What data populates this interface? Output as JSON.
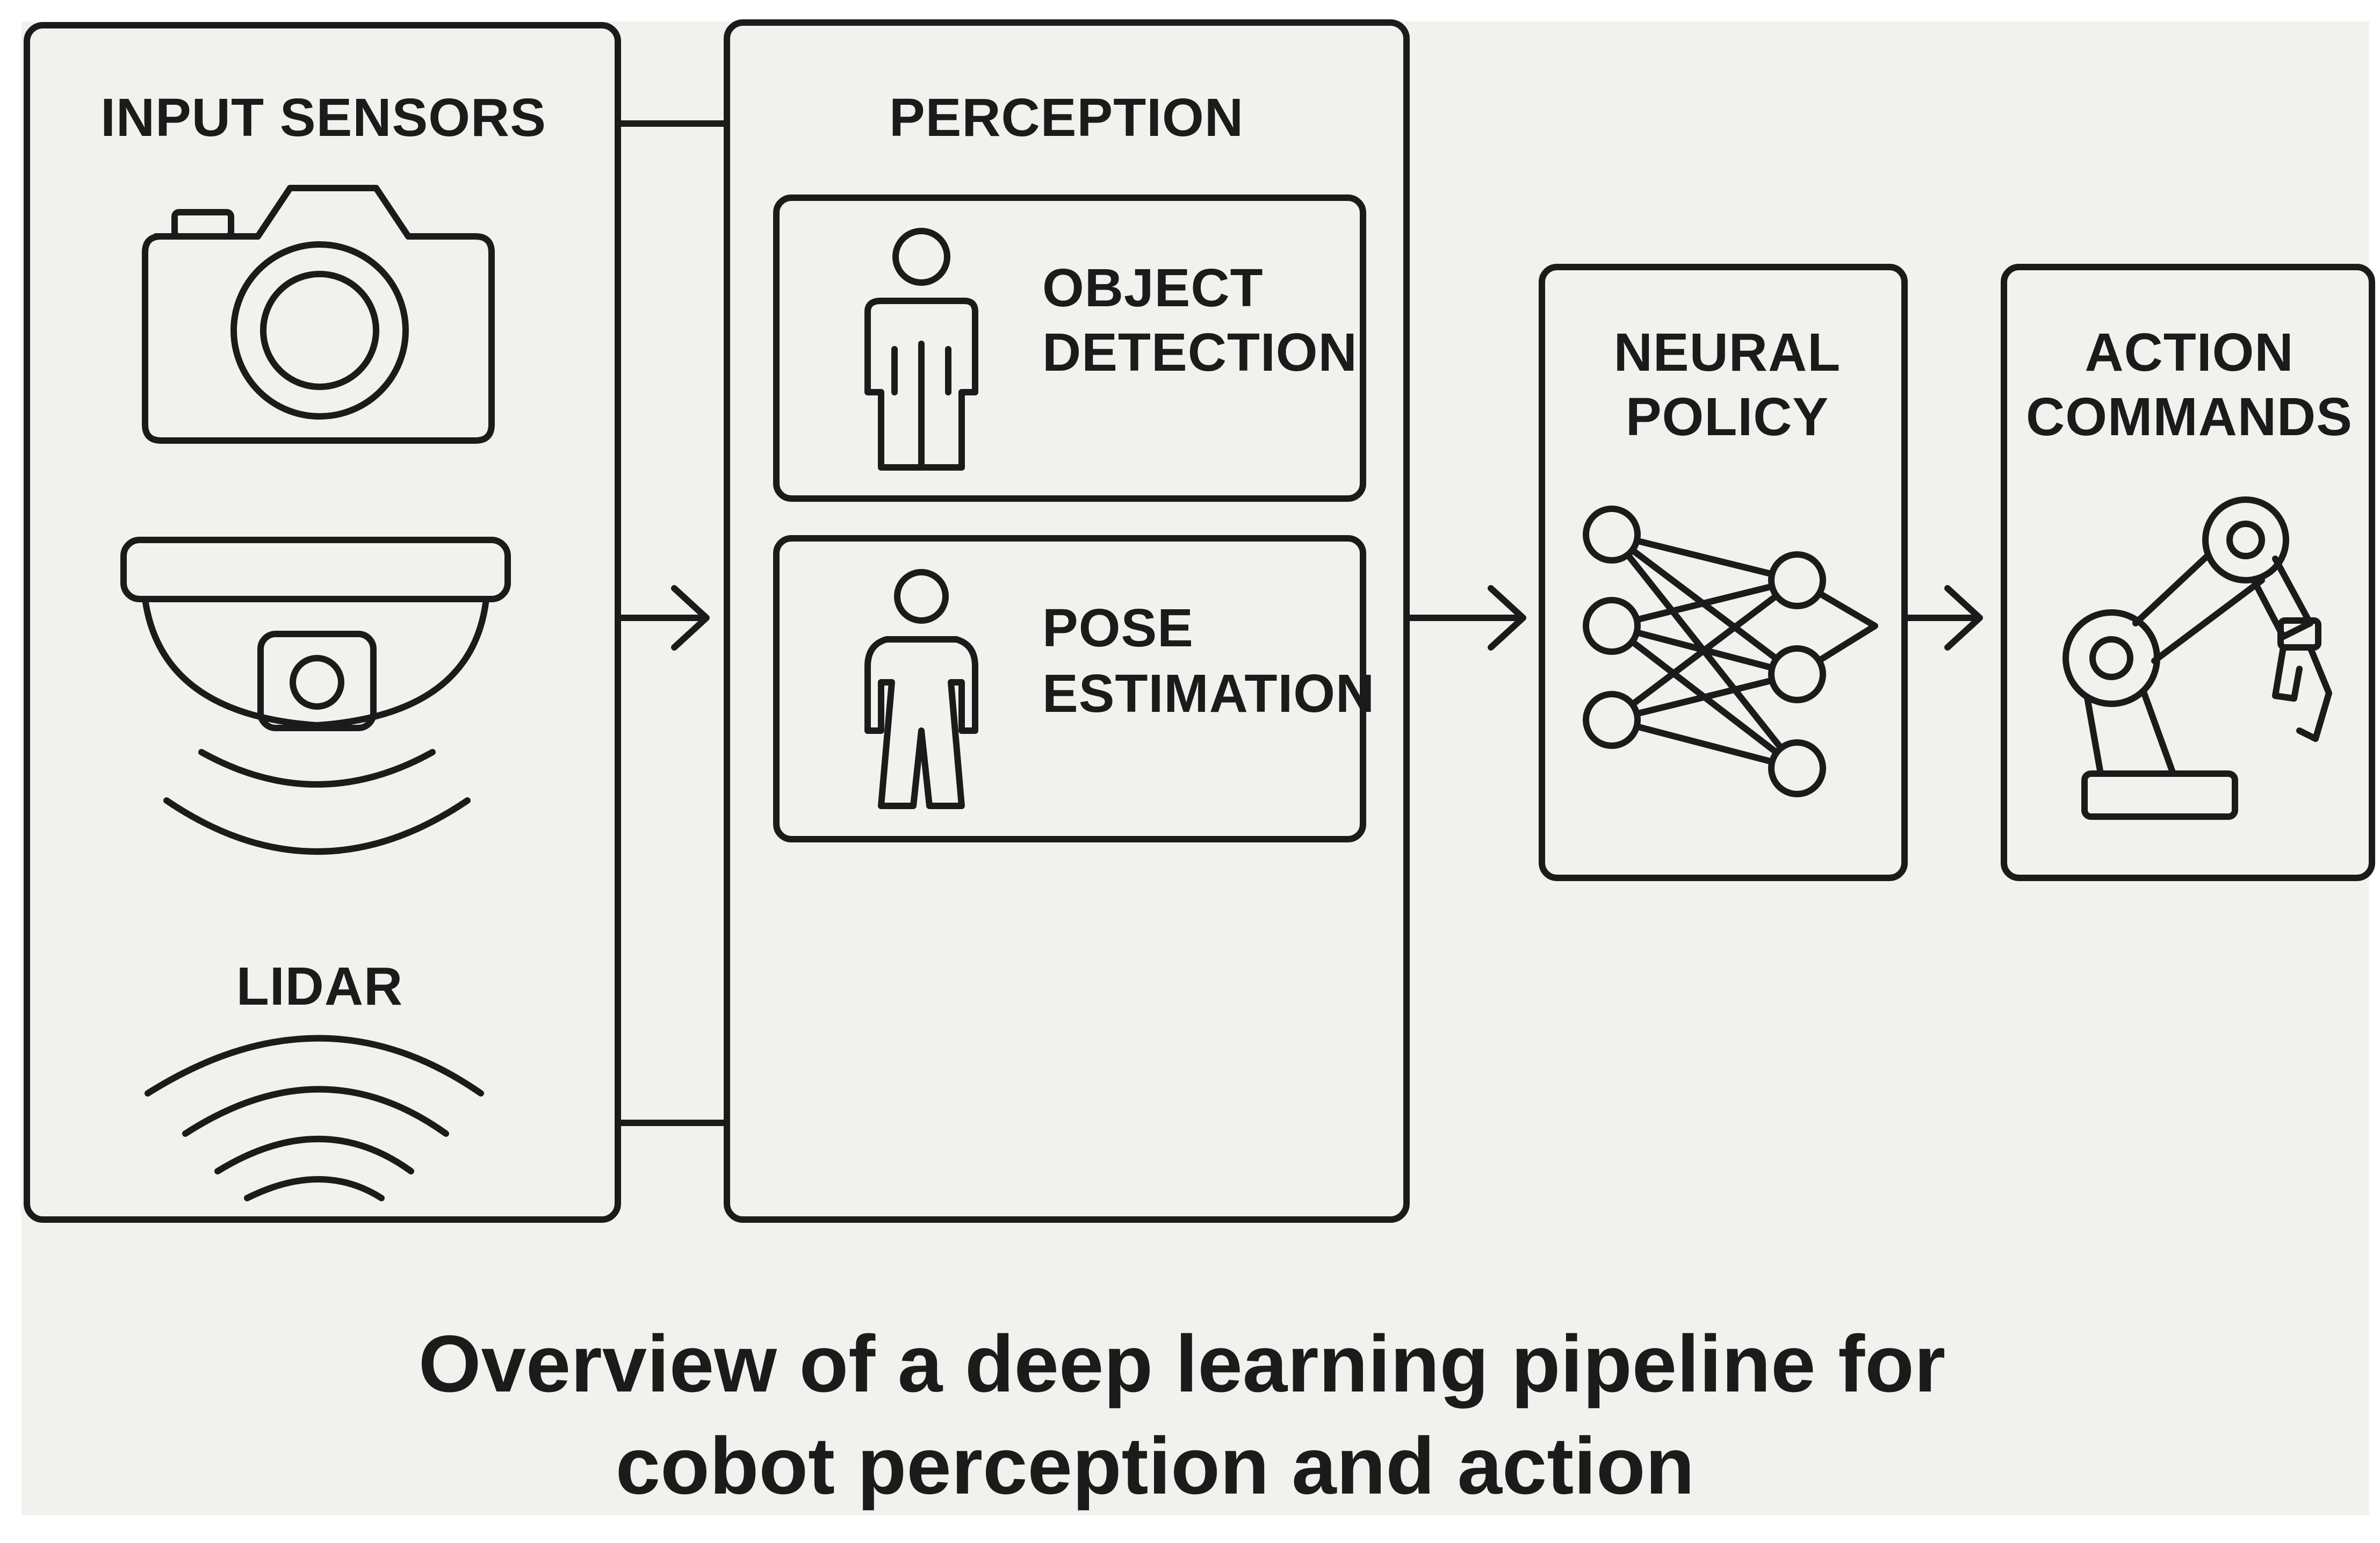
{
  "diagram": {
    "input_sensors": {
      "title": "INPUT SENSORS",
      "lidar_label": "LIDAR"
    },
    "perception": {
      "title": "PERCEPTION",
      "object_detection": {
        "line1": "OBJECT",
        "line2": "DETECTION"
      },
      "pose_estimation": {
        "line1": "POSE",
        "line2": "ESTIMATION"
      }
    },
    "neural_policy": {
      "line1": "NEURAL",
      "line2": "POLICY"
    },
    "action_commands": {
      "line1": "ACTION",
      "line2": "COMMANDS"
    },
    "caption": {
      "line1": "Overview of a deep learning pipeline for",
      "line2": "cobot perception and action"
    }
  },
  "icons": {
    "camera": "camera-icon",
    "dome_camera": "dome-camera-icon",
    "lidar_waves": "lidar-waves-icon",
    "person_detection": "person-icon",
    "person_pose": "person-pose-icon",
    "neural_network": "neural-network-icon",
    "robot_arm": "robot-arm-icon"
  },
  "colors": {
    "background": "#f1f1ee",
    "stroke": "#1b1b1b"
  }
}
